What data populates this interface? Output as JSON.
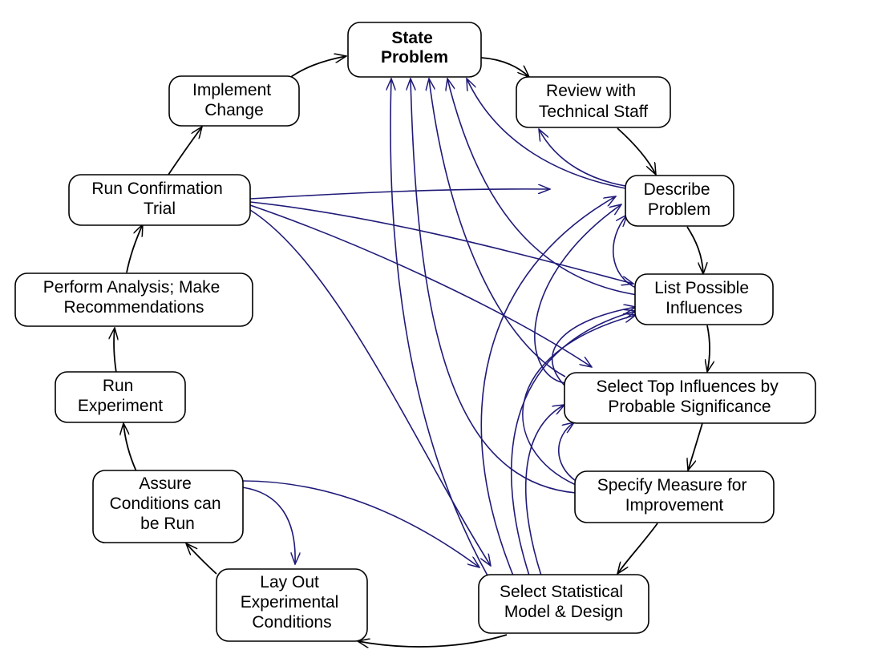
{
  "colors": {
    "main_flow": "#000000",
    "feedback_flow": "#1f1a78",
    "node_fill": "#ffffff",
    "node_stroke": "#000000"
  },
  "nodes": {
    "state_problem": [
      "State",
      "Problem"
    ],
    "review_staff": [
      "Review with",
      "Technical Staff"
    ],
    "describe_problem": [
      "Describe",
      "Problem"
    ],
    "list_influences": [
      "List Possible",
      "Influences"
    ],
    "select_top": [
      "Select Top Influences by",
      "Probable Significance"
    ],
    "specify_measure": [
      "Specify Measure for",
      "Improvement"
    ],
    "select_model": [
      "Select Statistical",
      "Model & Design"
    ],
    "lay_out": [
      "Lay Out",
      "Experimental",
      "Conditions"
    ],
    "assure_conditions": [
      "Assure",
      "Conditions can",
      "be Run"
    ],
    "run_experiment": [
      "Run",
      "Experiment"
    ],
    "perform_analysis": [
      "Perform Analysis; Make",
      "Recommendations"
    ],
    "run_confirmation": [
      "Run Confirmation",
      "Trial"
    ],
    "implement_change": [
      "Implement",
      "Change"
    ]
  },
  "edges_main": [
    [
      "state_problem",
      "review_staff"
    ],
    [
      "review_staff",
      "describe_problem"
    ],
    [
      "describe_problem",
      "list_influences"
    ],
    [
      "list_influences",
      "select_top"
    ],
    [
      "select_top",
      "specify_measure"
    ],
    [
      "specify_measure",
      "select_model"
    ],
    [
      "select_model",
      "lay_out"
    ],
    [
      "lay_out",
      "assure_conditions"
    ],
    [
      "assure_conditions",
      "run_experiment"
    ],
    [
      "run_experiment",
      "perform_analysis"
    ],
    [
      "perform_analysis",
      "run_confirmation"
    ],
    [
      "run_confirmation",
      "implement_change"
    ],
    [
      "implement_change",
      "state_problem"
    ]
  ],
  "edges_feedback": [
    [
      "describe_problem",
      "review_staff"
    ],
    [
      "describe_problem",
      "state_problem"
    ],
    [
      "list_influences",
      "state_problem"
    ],
    [
      "list_influences",
      "describe_problem"
    ],
    [
      "select_top",
      "state_problem"
    ],
    [
      "select_top",
      "describe_problem"
    ],
    [
      "select_top",
      "list_influences"
    ],
    [
      "specify_measure",
      "state_problem"
    ],
    [
      "specify_measure",
      "list_influences"
    ],
    [
      "specify_measure",
      "select_top"
    ],
    [
      "select_model",
      "state_problem"
    ],
    [
      "select_model",
      "describe_problem"
    ],
    [
      "select_model",
      "list_influences"
    ],
    [
      "select_model",
      "select_top"
    ],
    [
      "run_confirmation",
      "describe_problem"
    ],
    [
      "run_confirmation",
      "list_influences"
    ],
    [
      "run_confirmation",
      "select_top"
    ],
    [
      "run_confirmation",
      "select_model"
    ],
    [
      "assure_conditions",
      "lay_out"
    ],
    [
      "assure_conditions",
      "select_model"
    ]
  ]
}
